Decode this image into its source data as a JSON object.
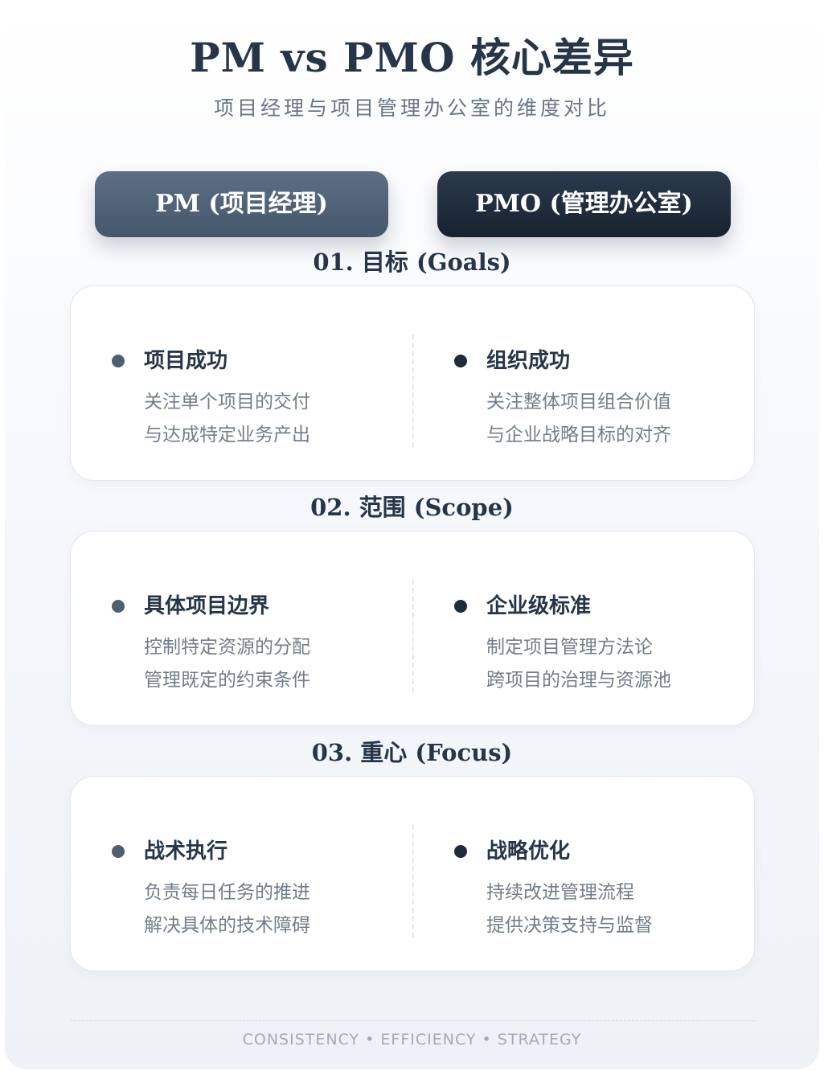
{
  "header": {
    "title": "PM vs PMO 核心差异",
    "subtitle": "项目经理与项目管理办公室的维度对比"
  },
  "columns": {
    "pm_label": "PM (项目经理)",
    "pmo_label": "PMO (管理办公室)"
  },
  "sections": [
    {
      "title": "01. 目标 (Goals)",
      "pm": {
        "title": "项目成功",
        "lines": [
          "关注单个项目的交付",
          "与达成特定业务产出"
        ]
      },
      "pmo": {
        "title": "组织成功",
        "lines": [
          "关注整体项目组合价值",
          "与企业战略目标的对齐"
        ]
      }
    },
    {
      "title": "02. 范围 (Scope)",
      "pm": {
        "title": "具体项目边界",
        "lines": [
          "控制特定资源的分配",
          "管理既定的约束条件"
        ]
      },
      "pmo": {
        "title": "企业级标准",
        "lines": [
          "制定项目管理方法论",
          "跨项目的治理与资源池"
        ]
      }
    },
    {
      "title": "03. 重心 (Focus)",
      "pm": {
        "title": "战术执行",
        "lines": [
          "负责每日任务的推进",
          "解决具体的技术障碍"
        ]
      },
      "pmo": {
        "title": "战略优化",
        "lines": [
          "持续改进管理流程",
          "提供决策支持与监督"
        ]
      }
    }
  ],
  "footer": {
    "text": "CONSISTENCY • EFFICIENCY • STRATEGY"
  },
  "colors": {
    "heading": "#26354a",
    "pm_button": "#4f5f72",
    "pmo_button": "#1f2b3a",
    "muted_text": "#737d8a"
  }
}
